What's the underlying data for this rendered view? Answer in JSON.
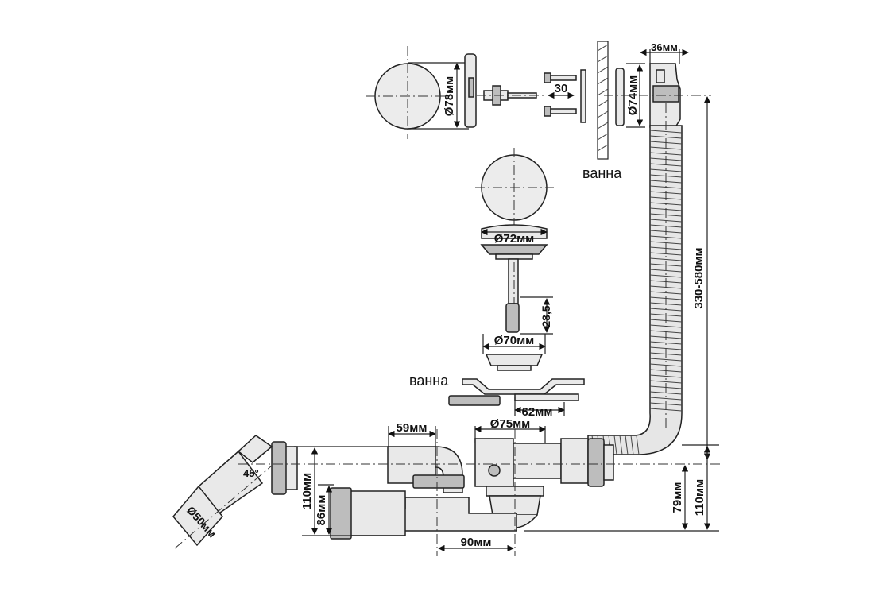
{
  "labels": {
    "bath_top": "ванна",
    "bath_mid": "ванна"
  },
  "dimensions": {
    "d78": "Ø78мм",
    "d74": "Ø74мм",
    "w36": "36мм",
    "bolt30": "30",
    "d72": "Ø72мм",
    "h28_5": "28,5",
    "d70": "Ø70мм",
    "w62": "62мм",
    "w59": "59мм",
    "d75": "Ø75мм",
    "h330_580": "330-580мм",
    "h110_left": "110мм",
    "h86": "86мм",
    "d50": "Ø50мм",
    "angle45": "45°",
    "w90": "90мм",
    "h79": "79мм",
    "h110_right": "110мм"
  }
}
